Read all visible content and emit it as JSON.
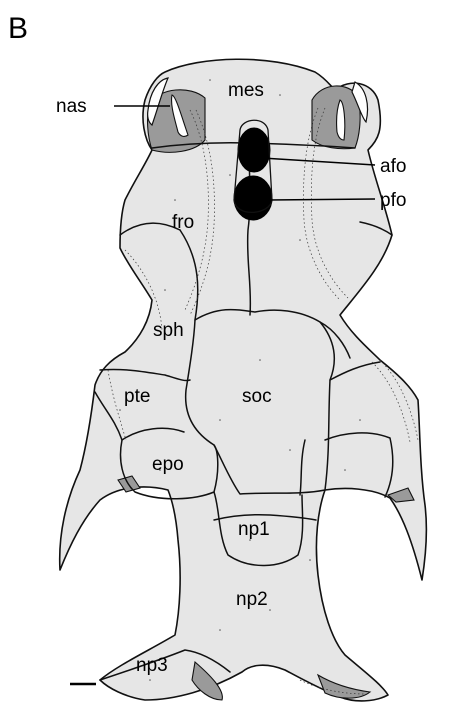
{
  "panel_letter": "B",
  "labels": {
    "mes": "mes",
    "nas": "nas",
    "afo": "afo",
    "pfo": "pfo",
    "fro": "fro",
    "sph": "sph",
    "pte": "pte",
    "soc": "soc",
    "epo": "epo",
    "np1": "np1",
    "np2": "np2",
    "np3": "np3"
  },
  "colors": {
    "bone_fill": "#e6e6e6",
    "shaded_fill": "#9a9a9a",
    "foramen_fill": "#000000",
    "outline": "#111111"
  }
}
